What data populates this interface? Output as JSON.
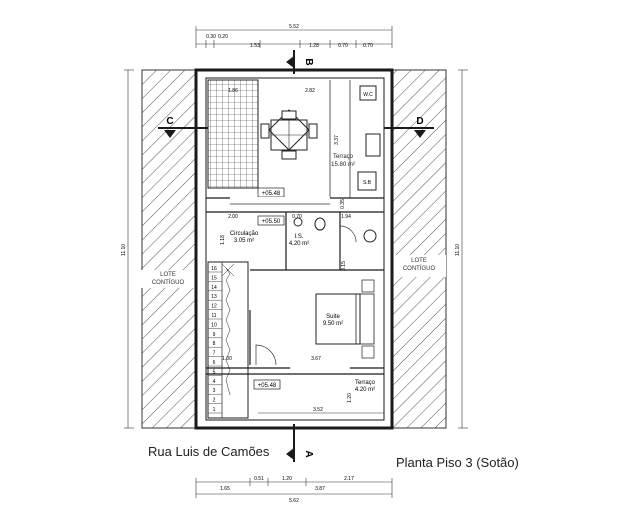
{
  "title": "Planta Piso 3 (Sotão)",
  "street": "Rua Luis de Camões",
  "section_marks": {
    "a": "A",
    "b": "B",
    "c": "C",
    "d": "D"
  },
  "rooms": {
    "terraco_top": {
      "name": "Terraço",
      "area": "15.80 m²"
    },
    "circulacao": {
      "name": "Circulação",
      "area": "3.05 m²"
    },
    "is": {
      "name": "I.S.",
      "area": "4.20 m²"
    },
    "suite": {
      "name": "Suite",
      "area": "9.50 m²"
    },
    "terraco_bottom": {
      "name": "Terraço",
      "area": "4.20 m²"
    },
    "lote_left": {
      "line1": "LOTE",
      "line2": "CONTÍGUO"
    },
    "lote_right": {
      "line1": "LOTE",
      "line2": "CONTÍGUO"
    }
  },
  "levels": {
    "terrace_top": "+05.48",
    "circulation": "+05.50",
    "terrace_bottom": "+05.48"
  },
  "dimensions": {
    "top_total": "5.52",
    "top_parts": [
      "0.30",
      "0.20",
      "1.53",
      "1.28",
      "0.70",
      "0.70"
    ],
    "bottom_total": "5.62",
    "bottom_parts": [
      "1.65",
      "0.51",
      "1.20",
      "2.17"
    ],
    "bottom_mid": "3.87",
    "left_height": "11.10",
    "right_height": "11.10",
    "inner": {
      "terrace_width": "2.82",
      "terrace_depth": "3.37",
      "hatch_width": "1.86",
      "circ_width": "2.00",
      "is_small": "0.70",
      "is_width": "1.94",
      "circ_height": "1.18",
      "is_height": "0.35",
      "suite_height": "3.15",
      "suite_width": "3.67",
      "stair_lower": "1.00",
      "terr_b_depth": "1.20",
      "terr_b_width": "3.52"
    }
  },
  "stair_numbers": [
    "16",
    "15",
    "14",
    "13",
    "12",
    "11",
    "10",
    "9",
    "8",
    "7",
    "6",
    "5",
    "4",
    "3",
    "2",
    "1"
  ],
  "labels": {
    "wc_box": "W.C",
    "bath_box": "S.B"
  },
  "colors": {
    "line": "#1a1a1a",
    "hatch": "#555555",
    "thin": "#666666"
  }
}
